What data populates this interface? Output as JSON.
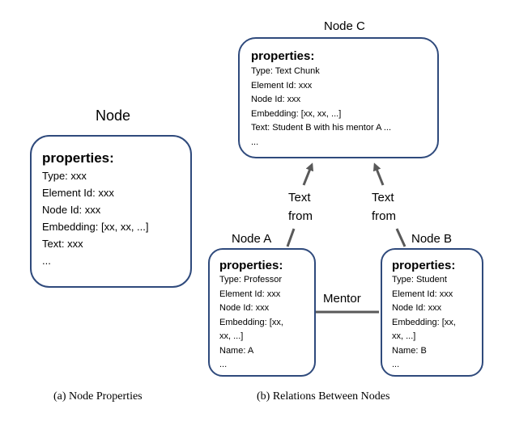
{
  "panel_a": {
    "title": "Node",
    "heading": "properties:",
    "props": [
      "Type: xxx",
      "Element Id: xxx",
      "Node Id: xxx",
      "Embedding: [xx, xx, ...]",
      "Text: xxx",
      "..."
    ],
    "caption": "(a)  Node Properties"
  },
  "panel_b": {
    "caption": "(b)  Relations Between Nodes",
    "node_c": {
      "title": "Node C",
      "heading": "properties:",
      "props": [
        "Type: Text Chunk",
        "Element Id: xxx",
        "Node Id: xxx",
        "Embedding: [xx, xx, ...]",
        "Text: Student B with his mentor A ...",
        "..."
      ]
    },
    "node_a": {
      "title": "Node A",
      "heading": "properties:",
      "props": [
        "Type: Professor",
        "Element Id: xxx",
        "Node Id: xxx",
        "Embedding: [xx,",
        "xx, ...]",
        "Name: A",
        "..."
      ]
    },
    "node_b": {
      "title": "Node B",
      "heading": "properties:",
      "props": [
        "Type: Student",
        "Element Id: xxx",
        "Node Id: xxx",
        "Embedding: [xx,",
        "xx, ...]",
        "Name: B",
        "..."
      ]
    },
    "edges": {
      "text_from_a_1": "Text",
      "text_from_a_2": "from",
      "text_from_b_1": "Text",
      "text_from_b_2": "from",
      "mentor": "Mentor"
    }
  }
}
